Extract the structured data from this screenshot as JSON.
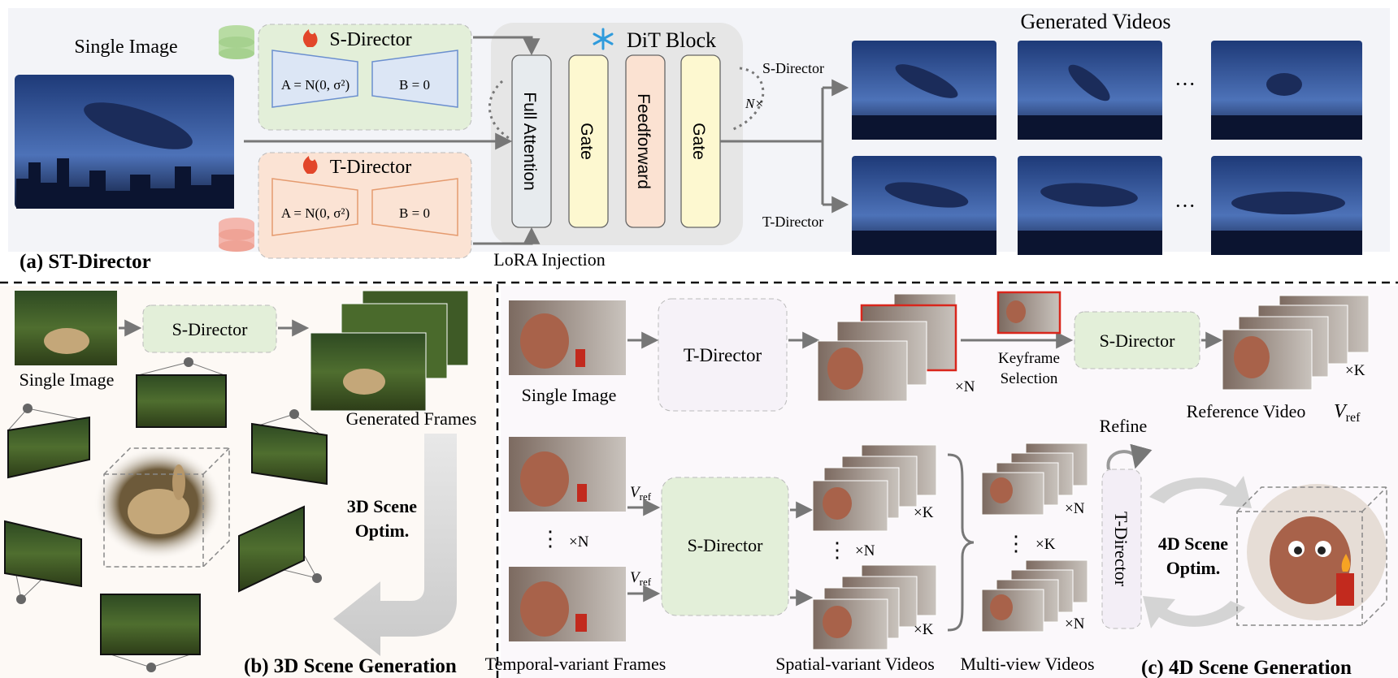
{
  "panel_a": {
    "title": "(a) ST-Director",
    "single_image_label": "Single Image",
    "s_director_title": "S-Director",
    "t_director_title": "T-Director",
    "a_init": "A = N(0, σ²)",
    "b_init": "B = 0",
    "dit_block_title": "DiT Block",
    "full_attention": "Full Attention",
    "gate": "Gate",
    "feedforward": "Feedforward",
    "n_times": "N×",
    "lora_injection": "LoRA Injection",
    "generated_videos": "Generated Videos",
    "out_s_director": "S-Director",
    "out_t_director": "T-Director",
    "ellipsis": "···"
  },
  "panel_b": {
    "title": "(b) 3D Scene Generation",
    "single_image_label": "Single Image",
    "s_director": "S-Director",
    "generated_frames": "Generated Frames",
    "optim_line1": "3D Scene",
    "optim_line2": "Optim."
  },
  "panel_c": {
    "title": "(c) 4D Scene Generation",
    "single_image_label": "Single Image",
    "t_director": "T-Director",
    "times_n": "×N",
    "keyframe_line1": "Keyframe",
    "keyframe_line2": "Selection",
    "s_director_top": "S-Director",
    "times_k": "×K",
    "reference_video": "Reference Video",
    "v_ref": "V",
    "ref_sub": "ref",
    "refine": "Refine",
    "s_director_mid": "S-Director",
    "t_director_vertical": "T-Director",
    "optim_line1": "4D Scene",
    "optim_line2": "Optim.",
    "temporal_frames": "Temporal-variant Frames",
    "spatial_videos": "Spatial-variant Videos",
    "multiview_videos": "Multi-view Videos",
    "vdots": "⋮"
  },
  "colors": {
    "s_green": "#e3efd9",
    "s_blue": "#dce6f5",
    "t_peach": "#fbe3d4",
    "gate_yellow": "#fdf8d0",
    "ff_peach": "#fbe2d2",
    "attn_gray": "#e7ebee",
    "snow_blue": "#2f9bdc",
    "fire_red": "#e2462a",
    "red_frame": "#d9261c"
  }
}
